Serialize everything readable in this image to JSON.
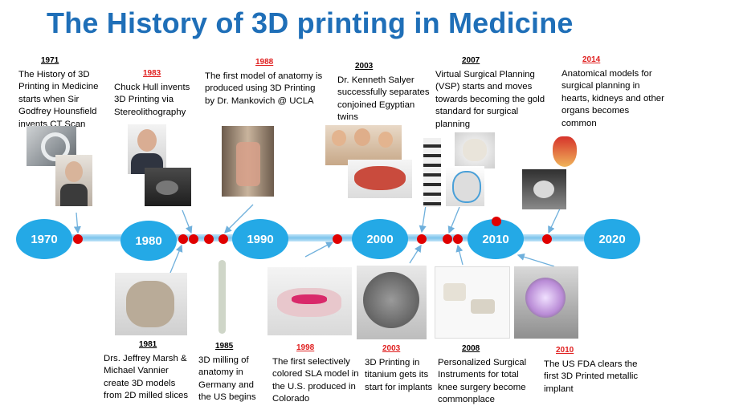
{
  "title": "The History of 3D printing in Medicine",
  "decades": [
    "1970",
    "1980",
    "1990",
    "2000",
    "2010",
    "2020"
  ],
  "events_top": [
    {
      "year": "1971",
      "year_color": "black",
      "text": "The History of 3D Printing in Medicine starts when Sir Godfrey Hounsfield invents CT Scan"
    },
    {
      "year": "1983",
      "year_color": "red",
      "text": "Chuck Hull invents 3D Printing via Stereolithography"
    },
    {
      "year": "1988",
      "year_color": "red",
      "text": "The first model of anatomy is produced using 3D Printing by Dr. Mankovich @ UCLA"
    },
    {
      "year": "2003",
      "year_color": "black",
      "text": "Dr. Kenneth Salyer successfully separates conjoined Egyptian twins"
    },
    {
      "year": "2007",
      "year_color": "black",
      "text": "Virtual Surgical Planning (VSP) starts and moves towards becoming the gold standard for surgical planning"
    },
    {
      "year": "2014",
      "year_color": "red",
      "text": "Anatomical models for surgical planning in hearts, kidneys and other organs becomes common"
    }
  ],
  "events_bottom": [
    {
      "year": "1981",
      "year_color": "black",
      "text": "Drs. Jeffrey Marsh & Michael Vannier create 3D models from 2D milled slices"
    },
    {
      "year": "1985",
      "year_color": "black",
      "text": "3D milling of anatomy in Germany and the US begins"
    },
    {
      "year": "1998",
      "year_color": "red",
      "text": "The first selectively colored SLA model in the U.S. produced in Colorado"
    },
    {
      "year": "2003",
      "year_color": "red",
      "text": "3D Printing in titanium gets its start for implants"
    },
    {
      "year": "2008",
      "year_color": "black",
      "text": "Personalized Surgical Instruments for total knee surgery become commonplace"
    },
    {
      "year": "2010",
      "year_color": "red",
      "text": "The US FDA clears the first 3D Printed metallic implant"
    }
  ],
  "colors": {
    "title": "#1f6fb8",
    "decade_fill": "#24a9e6",
    "dot": "#e00000",
    "timeline": "#7cc4ec",
    "year_red": "#e02020"
  },
  "photos": [
    "ct-scanner-photo",
    "hounsfield-portrait",
    "chuck-hull-portrait",
    "sla-part-photo",
    "anatomy-model-photo",
    "salyer-twins-photo",
    "skull-model-photo",
    "vsp-skull-images",
    "organ-models-photo",
    "milled-skull-model",
    "femur-model",
    "colored-jaw-model",
    "titanium-implant",
    "knee-instruments",
    "metallic-implant"
  ]
}
